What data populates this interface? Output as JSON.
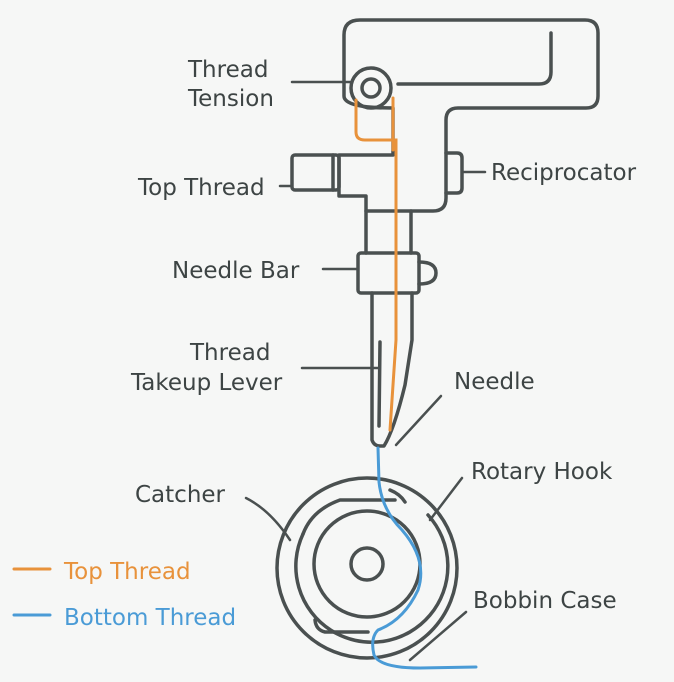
{
  "colors": {
    "outline": "#4a5050",
    "text": "#3d4444",
    "top_thread": "#e8923b",
    "bottom_thread": "#4a9bd6",
    "background": "#f6f7f6"
  },
  "labels": {
    "thread_tension_line1": "Thread",
    "thread_tension_line2": "Tension",
    "reciprocator": "Reciprocator",
    "top_thread": "Top Thread",
    "needle_bar": "Needle Bar",
    "thread_takeup_line1": "Thread",
    "thread_takeup_line2": "Takeup Lever",
    "needle": "Needle",
    "rotary_hook": "Rotary Hook",
    "catcher": "Catcher",
    "bobbin_case": "Bobbin Case"
  },
  "legend": {
    "top_thread": "Top Thread",
    "bottom_thread": "Bottom Thread"
  }
}
